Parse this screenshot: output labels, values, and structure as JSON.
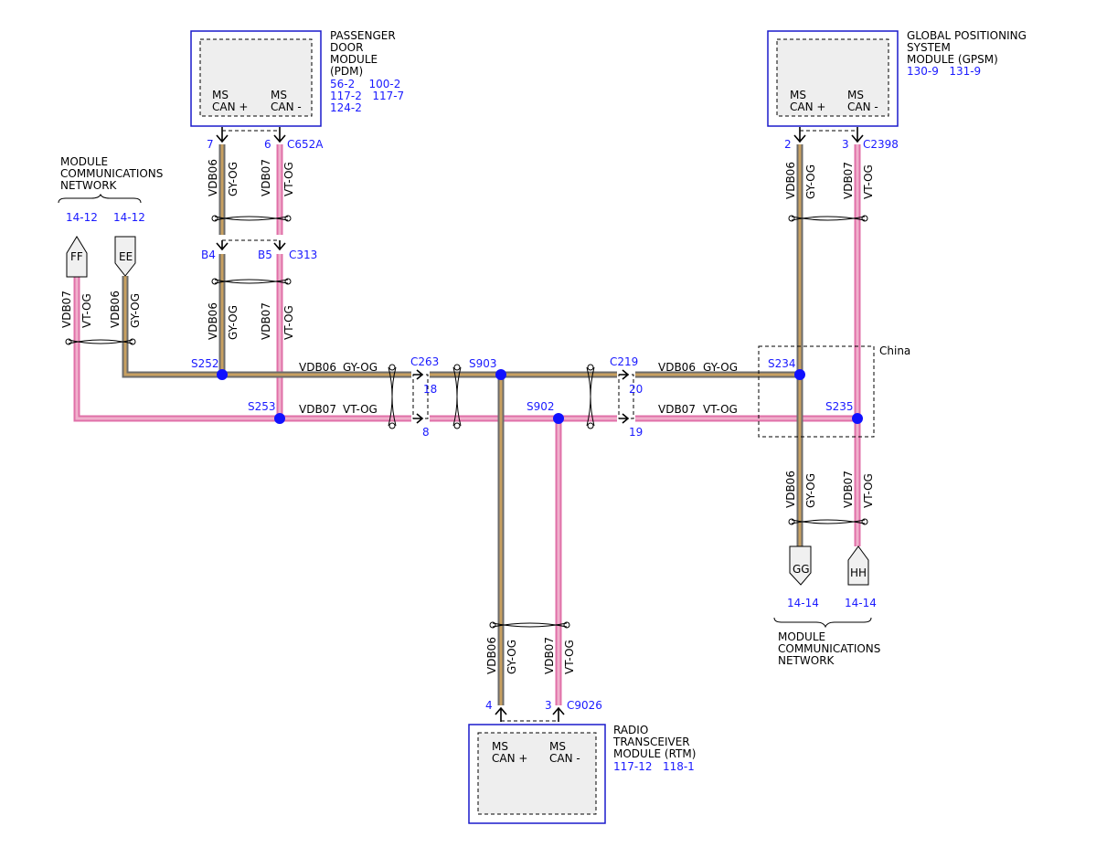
{
  "colors": {
    "gy_og_outer": "#6b6b6b",
    "gy_og_inner": "#c8a060",
    "vt_og_outer": "#e070a8",
    "vt_og_inner": "#f0b0cc",
    "module_border": "#1a1acc",
    "splice": "#1010ff",
    "blue_text": "#1a1aff"
  },
  "modules": {
    "pdm": {
      "title": [
        "PASSENGER",
        "DOOR",
        "MODULE",
        "(PDM)"
      ],
      "refs": [
        "56-2    100-2",
        "117-2   117-7",
        "124-2"
      ],
      "pin_labels": [
        [
          "MS",
          "CAN +"
        ],
        [
          "MS",
          "CAN -"
        ]
      ],
      "pins": [
        "7",
        "6"
      ],
      "connector": "C652A"
    },
    "gpsm": {
      "title": [
        "GLOBAL POSITIONING",
        "SYSTEM",
        "MODULE (GPSM)"
      ],
      "refs": [
        "130-9   131-9"
      ],
      "pin_labels": [
        [
          "MS",
          "CAN +"
        ],
        [
          "MS",
          "CAN -"
        ]
      ],
      "pins": [
        "2",
        "3"
      ],
      "connector": "C2398"
    },
    "rtm": {
      "title": [
        "RADIO",
        "TRANSCEIVER",
        "MODULE (RTM)"
      ],
      "refs": [
        "117-12   118-1"
      ],
      "pin_labels": [
        [
          "MS",
          "CAN +"
        ],
        [
          "MS",
          "CAN -"
        ]
      ],
      "pins": [
        "4",
        "3"
      ],
      "connector": "C9026"
    }
  },
  "network_left": {
    "title": [
      "MODULE",
      "COMMUNICATIONS",
      "NETWORK"
    ],
    "refs": [
      "14-12",
      "14-12"
    ],
    "connectors": [
      "FF",
      "EE"
    ]
  },
  "network_right": {
    "title": [
      "MODULE",
      "COMMUNICATIONS",
      "NETWORK"
    ],
    "refs": [
      "14-14",
      "14-14"
    ],
    "connectors": [
      "GG",
      "HH"
    ]
  },
  "inline_connectors": {
    "c313": {
      "name": "C313",
      "pins": [
        "B4",
        "B5"
      ]
    },
    "c263": {
      "name": "C263",
      "pins": [
        "18",
        "8"
      ]
    },
    "c219": {
      "name": "C219",
      "pins": [
        "20",
        "19"
      ]
    }
  },
  "splices": [
    "S252",
    "S253",
    "S903",
    "S902",
    "S234",
    "S235"
  ],
  "region_label": "China",
  "wires": {
    "vdb06": {
      "circuit": "VDB06",
      "color": "GY-OG"
    },
    "vdb07": {
      "circuit": "VDB07",
      "color": "VT-OG"
    }
  }
}
